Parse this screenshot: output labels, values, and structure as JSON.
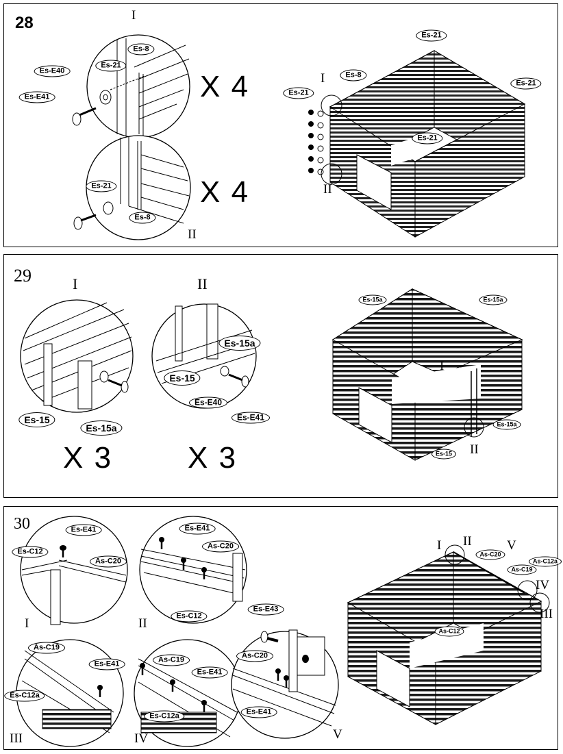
{
  "steps": [
    {
      "number": "28",
      "details": {
        "detail_1": "I",
        "detail_2": "II"
      },
      "multipliers": {
        "m1": "X 4",
        "m2": "X 4"
      },
      "callouts": {
        "es_e40": "Es-E40",
        "es_e41": "Es-E41",
        "es_21_a": "Es-21",
        "es_8_a": "Es-8",
        "es_21_b": "Es-21",
        "es_8_b": "Es-8",
        "main_es_21_top": "Es-21",
        "main_es_21_left": "Es-21",
        "main_es_8": "Es-8",
        "main_es_21_right": "Es-21",
        "main_es_21_center": "Es-21"
      },
      "main_labels": {
        "l1": "I",
        "l2": "II"
      }
    },
    {
      "number": "29",
      "details": {
        "detail_1": "I",
        "detail_2": "II"
      },
      "multipliers": {
        "m1": "X 3",
        "m2": "X 3"
      },
      "callouts": {
        "es_15_a": "Es-15",
        "es_15a_a": "Es-15a",
        "es_15a_b": "Es-15a",
        "es_15_b": "Es-15",
        "es_e40": "Es-E40",
        "es_e41": "Es-E41",
        "main_es_15a_l": "Es-15a",
        "main_es_15a_r": "Es-15a",
        "main_es_15a_side": "Es-15a",
        "main_es_15": "Es-15"
      },
      "main_labels": {
        "l1": "I",
        "l2": "II"
      }
    },
    {
      "number": "30",
      "details": {
        "d1": "I",
        "d2": "II",
        "d3": "III",
        "d4": "IV",
        "d5": "V"
      },
      "callouts": {
        "c1_es_e41": "Es-E41",
        "c1_es_c12": "Es-C12",
        "c1_as_c20": "As-C20",
        "c2_es_e41": "Es-E41",
        "c2_as_c20": "As-C20",
        "c2_es_c12": "Es-C12",
        "c3_as_c19": "As-C19",
        "c3_es_e41": "Es-E41",
        "c3_es_c12a": "Es-C12a",
        "c4_as_c19": "As-C19",
        "c4_es_e41": "Es-E41",
        "c4_es_c12a": "Es-C12a",
        "c5_es_e43": "Es-E43",
        "c5_as_c20": "As-C20",
        "c5_es_e41": "Es-E41",
        "m_as_c20": "As-C20",
        "m_as_c19": "As-C19",
        "m_as_c12a": "As-C12a",
        "m_as_c12": "As-C12"
      },
      "main_labels": {
        "l1": "I",
        "l2": "II",
        "l3": "V",
        "l4": "IV",
        "l5": "III"
      }
    }
  ]
}
